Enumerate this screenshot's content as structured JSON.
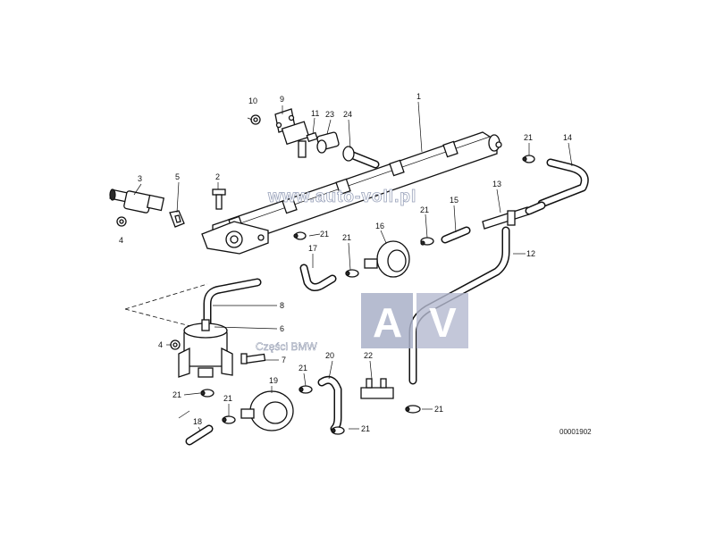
{
  "diagram": {
    "drawing_number": "00001902",
    "watermark": {
      "url": "www.auto-voll.pl",
      "letters": [
        "A",
        "V"
      ],
      "caption": "Części BMW"
    },
    "callouts": [
      {
        "id": "c10",
        "label": "10"
      },
      {
        "id": "c9",
        "label": "9"
      },
      {
        "id": "c11",
        "label": "11"
      },
      {
        "id": "c23",
        "label": "23"
      },
      {
        "id": "c24",
        "label": "24"
      },
      {
        "id": "c1",
        "label": "1"
      },
      {
        "id": "c21a",
        "label": "21"
      },
      {
        "id": "c14",
        "label": "14"
      },
      {
        "id": "c3",
        "label": "3"
      },
      {
        "id": "c5",
        "label": "5"
      },
      {
        "id": "c2",
        "label": "2"
      },
      {
        "id": "c13",
        "label": "13"
      },
      {
        "id": "c21b",
        "label": "21"
      },
      {
        "id": "c15",
        "label": "15"
      },
      {
        "id": "c4a",
        "label": "4"
      },
      {
        "id": "c21c",
        "label": "21"
      },
      {
        "id": "c16",
        "label": "16"
      },
      {
        "id": "c21d",
        "label": "21"
      },
      {
        "id": "c12",
        "label": "12"
      },
      {
        "id": "c17",
        "label": "17"
      },
      {
        "id": "c8",
        "label": "8"
      },
      {
        "id": "c6",
        "label": "6"
      },
      {
        "id": "c4b",
        "label": "4"
      },
      {
        "id": "c7",
        "label": "7"
      },
      {
        "id": "c20",
        "label": "20"
      },
      {
        "id": "c22",
        "label": "22"
      },
      {
        "id": "c21e",
        "label": "21"
      },
      {
        "id": "c19",
        "label": "19"
      },
      {
        "id": "c21f",
        "label": "21"
      },
      {
        "id": "c21g",
        "label": "21"
      },
      {
        "id": "c21h",
        "label": "21"
      },
      {
        "id": "c18",
        "label": "18"
      },
      {
        "id": "c21i",
        "label": "21"
      }
    ]
  }
}
